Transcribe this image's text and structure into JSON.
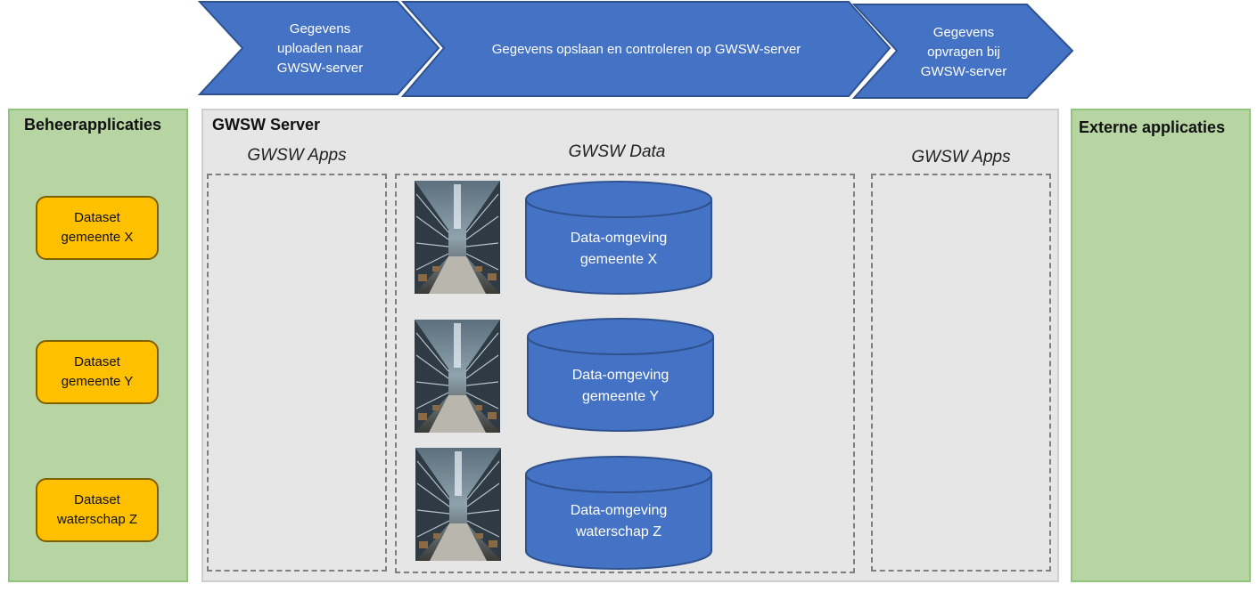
{
  "process_arrows": [
    {
      "lines": [
        "Gegevens",
        "uploaden naar",
        "GWSW-server"
      ]
    },
    {
      "lines": [
        "Gegevens opslaan en controleren op GWSW-server"
      ]
    },
    {
      "lines": [
        "Gegevens",
        "opvragen bij",
        "GWSW-server"
      ]
    }
  ],
  "left_panel": {
    "title": "Beheerapplicaties",
    "datasets": [
      {
        "lines": [
          "Dataset",
          "gemeente X"
        ]
      },
      {
        "lines": [
          "Dataset",
          "gemeente Y"
        ]
      },
      {
        "lines": [
          "Dataset",
          "waterschap Z"
        ]
      }
    ]
  },
  "server": {
    "title": "GWSW Server",
    "apps_left_title": "GWSW Apps",
    "data_title": "GWSW Data",
    "apps_right_title": "GWSW Apps",
    "environments": [
      {
        "lines": [
          "Data-omgeving",
          "gemeente X"
        ]
      },
      {
        "lines": [
          "Data-omgeving",
          "gemeente Y"
        ]
      },
      {
        "lines": [
          "Data-omgeving",
          "waterschap Z"
        ]
      }
    ]
  },
  "right_panel": {
    "title": "Externe applicaties"
  },
  "colors": {
    "arrow_fill": "#4472c4",
    "arrow_stroke": "#2f528f",
    "panel_green": "#b7d5a3",
    "dataset_yellow": "#ffc000",
    "server_gray": "#e7e6e6"
  },
  "icons": [
    "warehouse-photo-icon",
    "database-cylinder-icon"
  ]
}
